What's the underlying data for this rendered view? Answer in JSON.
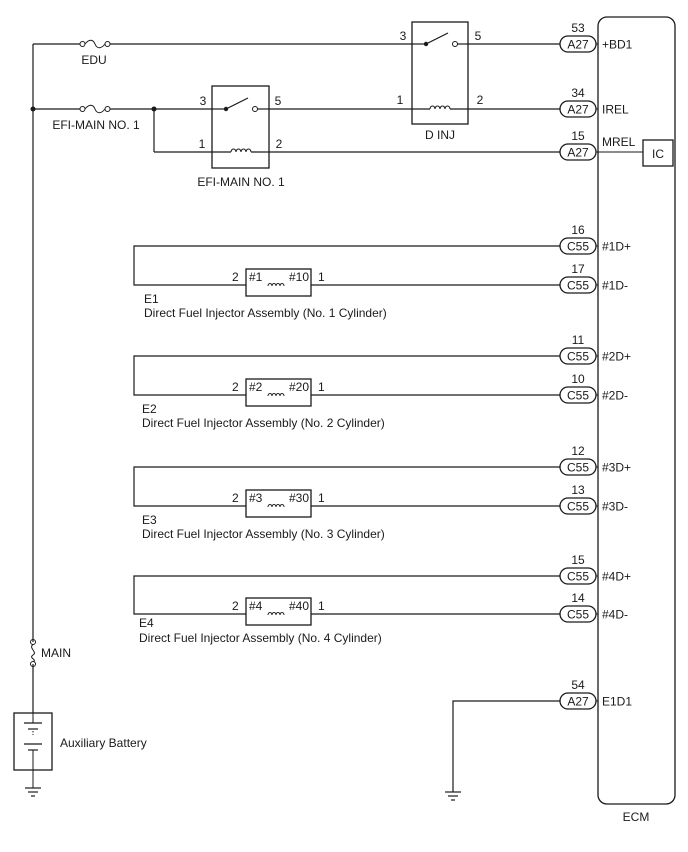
{
  "ecm": {
    "label": "ECM",
    "ic_label": "IC",
    "connections": [
      {
        "pin": "53",
        "connector": "A27",
        "signal": "+BD1"
      },
      {
        "pin": "34",
        "connector": "A27",
        "signal": "IREL"
      },
      {
        "pin": "15",
        "connector": "A27",
        "signal": "MREL"
      },
      {
        "pin": "16",
        "connector": "C55",
        "signal": "#1D+"
      },
      {
        "pin": "17",
        "connector": "C55",
        "signal": "#1D-"
      },
      {
        "pin": "11",
        "connector": "C55",
        "signal": "#2D+"
      },
      {
        "pin": "10",
        "connector": "C55",
        "signal": "#2D-"
      },
      {
        "pin": "12",
        "connector": "C55",
        "signal": "#3D+"
      },
      {
        "pin": "13",
        "connector": "C55",
        "signal": "#3D-"
      },
      {
        "pin": "15",
        "connector": "C55",
        "signal": "#4D+"
      },
      {
        "pin": "14",
        "connector": "C55",
        "signal": "#4D-"
      },
      {
        "pin": "54",
        "connector": "A27",
        "signal": "E1D1"
      }
    ]
  },
  "fuses": {
    "edu": "EDU",
    "efi_main": "EFI-MAIN NO. 1",
    "main": "MAIN"
  },
  "relays": {
    "efi_main": {
      "label": "EFI-MAIN NO. 1",
      "pins": [
        "3",
        "5",
        "1",
        "2"
      ]
    },
    "d_inj": {
      "label": "D INJ",
      "pins": [
        "3",
        "5",
        "1",
        "2"
      ]
    }
  },
  "battery": {
    "label": "Auxiliary Battery"
  },
  "injectors": [
    {
      "id": "E1",
      "description": "Direct Fuel Injector Assembly (No. 1 Cylinder)",
      "term_a": "#1",
      "term_b": "#10",
      "pin_left": "2",
      "pin_right": "1"
    },
    {
      "id": "E2",
      "description": "Direct Fuel Injector Assembly (No. 2 Cylinder)",
      "term_a": "#2",
      "term_b": "#20",
      "pin_left": "2",
      "pin_right": "1"
    },
    {
      "id": "E3",
      "description": "Direct Fuel Injector Assembly (No. 3 Cylinder)",
      "term_a": "#3",
      "term_b": "#30",
      "pin_left": "2",
      "pin_right": "1"
    },
    {
      "id": "E4",
      "description": "Direct Fuel Injector Assembly (No. 4 Cylinder)",
      "term_a": "#4",
      "term_b": "#40",
      "pin_left": "2",
      "pin_right": "1"
    }
  ]
}
